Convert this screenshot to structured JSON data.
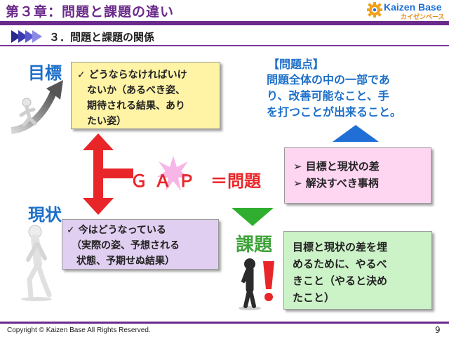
{
  "header": {
    "title": "第３章：問題と課題の違い",
    "logo_main": "Kaizen Base",
    "logo_sub": "カイゼンベース"
  },
  "section": {
    "heading": "３．問題と課題の関係"
  },
  "labels": {
    "mokuhyo": "目標",
    "genjo": "現状",
    "kadai": "課題"
  },
  "yellow_box": {
    "lines": [
      "✓ どうならなければいけ",
      "　ないか（あるべき姿、",
      "　期待される結果、あり",
      "　たい姿）"
    ]
  },
  "purple_box": {
    "lines": [
      "✓ 今はどうなっている",
      "　（実際の姿、予想される",
      "　状態、予期せぬ結果）"
    ]
  },
  "callout": {
    "title": "【問題点】",
    "lines": [
      "問題全体の中の一部であ",
      "り、改善可能なこと、手",
      "を打つことが出来ること。"
    ]
  },
  "pink_box": {
    "lines": [
      "➢ 目標と現状の差",
      "➢ 解決すべき事柄"
    ]
  },
  "green_box": {
    "lines": [
      "目標と現状の差を埋",
      "めるために、やるべ",
      "きこと（やると決め",
      "たこと）"
    ]
  },
  "equation": {
    "gap": "ＧＡＰ",
    "equals": "＝問題"
  },
  "footer": {
    "copyright": "Copyright ©  Kaizen Base  All Rights Reserved.",
    "page": "9"
  },
  "icons": [
    "gear-logo-icon",
    "section-arrow-icon",
    "stair-climber-icon",
    "walker-icon",
    "thinker-icon",
    "exclamation-icon"
  ],
  "colors": {
    "accent_purple": "#6b2a8a",
    "blue_text": "#1c6fc9",
    "red": "#e8262a",
    "green": "#3fa33a"
  }
}
